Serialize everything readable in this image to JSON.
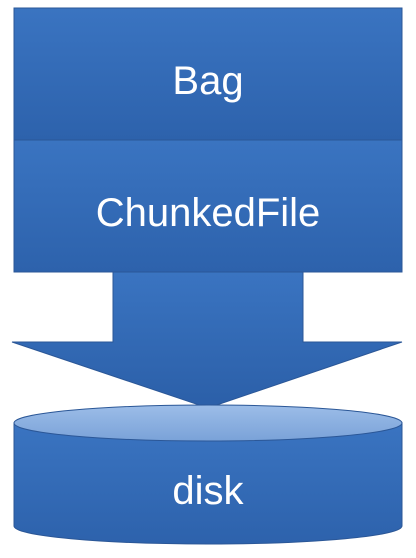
{
  "diagram": {
    "layers": [
      {
        "id": "bag",
        "label": "Bag"
      },
      {
        "id": "chunkedfile",
        "label": "ChunkedFile"
      }
    ],
    "arrow": {
      "direction": "down"
    },
    "storage": {
      "label": "disk",
      "shape": "cylinder"
    }
  },
  "colors": {
    "fill_top": "#3a74c1",
    "fill_bottom": "#2d62ac",
    "edge": "#2b5797",
    "cylinder_top": "#8ab0e1",
    "label": "#ffffff"
  }
}
